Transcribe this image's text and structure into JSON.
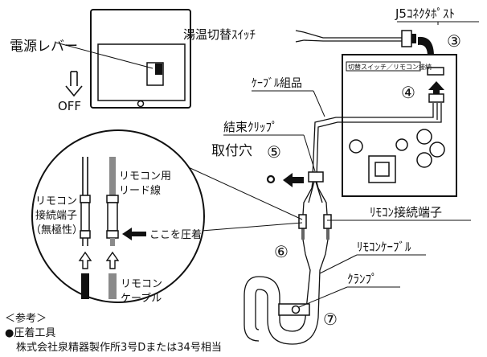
{
  "labels": {
    "power_lever": "電源レバー",
    "off": "OFF",
    "hot_water_switch": "湯温切替ｽｲｯﾁ",
    "j5_connector_post": "J5ｺﾈｸﾀﾎﾟｽﾄ",
    "step_3": "③",
    "switch_remote_connection": "切替スイッチ／リモコン接続",
    "step_4": "④",
    "cable_assembly": "ｹｰﾌﾞﾙ組品",
    "binding_clip": "結束ｸﾘｯﾌﾟ",
    "mounting_hole": "取付穴",
    "step_5": "⑤",
    "remote_lead_wire_line1": "リモコン用",
    "remote_lead_wire_line2": "リード線",
    "remote_terminal_line1": "リモコン",
    "remote_terminal_line2": "接続端子",
    "remote_terminal_line3": "（無極性）",
    "crimp_here": "ここを圧着",
    "remote_connection_terminal": "ﾘﾓｺﾝ接続端子",
    "step_6": "⑥",
    "remote_cable_right": "ﾘﾓｺﾝｹｰﾌﾞﾙ",
    "clamp": "ｸﾗﾝﾌﾟ",
    "step_7": "⑦",
    "remote_cable_line1": "リモコン",
    "remote_cable_line2": "ケーブル",
    "reference": "＜参考＞",
    "crimp_tool": "●圧着工具",
    "crimp_tool_detail": "株式会社泉精器製作所3号Dまたは34号相当"
  },
  "colors": {
    "line": "#111111",
    "gray_wire": "#8a8a8a",
    "background": "#ffffff"
  }
}
